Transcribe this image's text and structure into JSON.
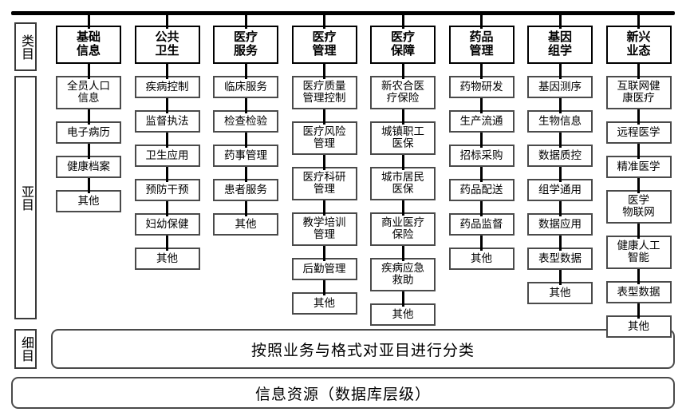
{
  "diagram": {
    "title_hidden": "",
    "side_labels": [
      {
        "name": "category",
        "text": "类目"
      },
      {
        "name": "subcategory",
        "text": "亚目"
      },
      {
        "name": "detail",
        "text": "细目"
      }
    ],
    "columns": [
      {
        "id": "basic-information",
        "header": [
          "基础",
          "信息"
        ],
        "items": [
          [
            "全员人口",
            "信息"
          ],
          [
            "电子病历"
          ],
          [
            "健康档案"
          ],
          [
            "其他"
          ]
        ]
      },
      {
        "id": "public-health",
        "header": [
          "公共",
          "卫生"
        ],
        "items": [
          [
            "疾病控制"
          ],
          [
            "监督执法"
          ],
          [
            "卫生应用"
          ],
          [
            "预防干预"
          ],
          [
            "妇幼保健"
          ],
          [
            "其他"
          ]
        ]
      },
      {
        "id": "medical-service",
        "header": [
          "医疗",
          "服务"
        ],
        "items": [
          [
            "临床服务"
          ],
          [
            "检查检验"
          ],
          [
            "药事管理"
          ],
          [
            "患者服务"
          ],
          [
            "其他"
          ]
        ]
      },
      {
        "id": "medical-management",
        "header": [
          "医疗",
          "管理"
        ],
        "items": [
          [
            "医疗质量",
            "管理控制"
          ],
          [
            "医疗风险",
            "管理"
          ],
          [
            "医疗科研",
            "管理"
          ],
          [
            "教学培训",
            "管理"
          ],
          [
            "后勤管理"
          ],
          [
            "其他"
          ]
        ]
      },
      {
        "id": "medical-insurance",
        "header": [
          "医疗",
          "保障"
        ],
        "items": [
          [
            "新农合医",
            "疗保险"
          ],
          [
            "城镇职工",
            "医保"
          ],
          [
            "城市居民",
            "医保"
          ],
          [
            "商业医疗",
            "保险"
          ],
          [
            "疾病应急",
            "救助"
          ],
          [
            "其他"
          ]
        ]
      },
      {
        "id": "drug-management",
        "header": [
          "药品",
          "管理"
        ],
        "items": [
          [
            "药物研发"
          ],
          [
            "生产流通"
          ],
          [
            "招标采购"
          ],
          [
            "药品配送"
          ],
          [
            "药品监督"
          ],
          [
            "其他"
          ]
        ]
      },
      {
        "id": "genomics",
        "header": [
          "基因",
          "组学"
        ],
        "items": [
          [
            "基因测序"
          ],
          [
            "生物信息"
          ],
          [
            "数据质控"
          ],
          [
            "组学通用"
          ],
          [
            "数据应用"
          ],
          [
            "表型数据"
          ],
          [
            "其他"
          ]
        ]
      },
      {
        "id": "emerging-business",
        "header": [
          "新兴",
          "业态"
        ],
        "items": [
          [
            "互联网健",
            "康医疗"
          ],
          [
            "远程医学"
          ],
          [
            "精准医学"
          ],
          [
            "医学",
            "物联网"
          ],
          [
            "健康人工",
            "智能"
          ],
          [
            "表型数据"
          ],
          [
            "其他"
          ]
        ]
      }
    ],
    "bars": [
      {
        "name": "detail-bar",
        "text": "按照业务与格式对亚目进行分类"
      },
      {
        "name": "resource-bar",
        "text": "信息资源（数据库层级）"
      }
    ]
  }
}
